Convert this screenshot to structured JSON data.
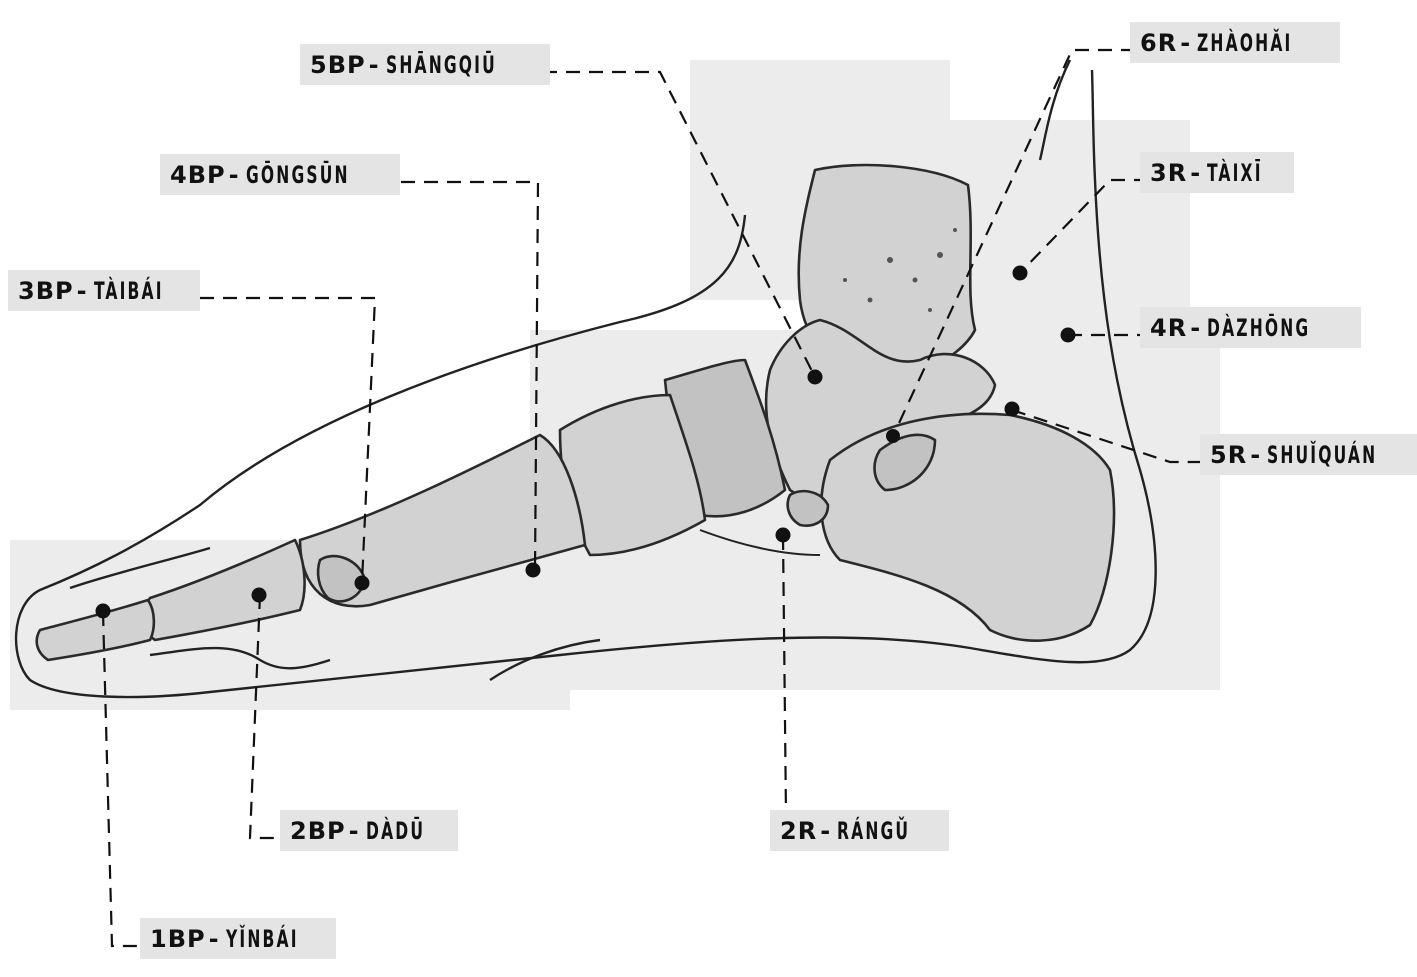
{
  "labels": {
    "bp5": {
      "code": "5BP",
      "name": "SHĀNGQIŪ"
    },
    "bp4": {
      "code": "4BP",
      "name": "GŌNGSŪN"
    },
    "bp3": {
      "code": "3BP",
      "name": "TÀIBÁI"
    },
    "bp2": {
      "code": "2BP",
      "name": "DÀDŪ"
    },
    "bp1": {
      "code": "1BP",
      "name": "YǏNBÁI"
    },
    "r6": {
      "code": "6R",
      "name": "ZHÀOHǍI"
    },
    "r3": {
      "code": "3R",
      "name": "TÀIXĪ"
    },
    "r4": {
      "code": "4R",
      "name": "DÀZHŌNG"
    },
    "r5": {
      "code": "5R",
      "name": "SHUǏQUÁN"
    },
    "r2": {
      "code": "2R",
      "name": "RÁNGǓ"
    }
  },
  "separator": "-"
}
